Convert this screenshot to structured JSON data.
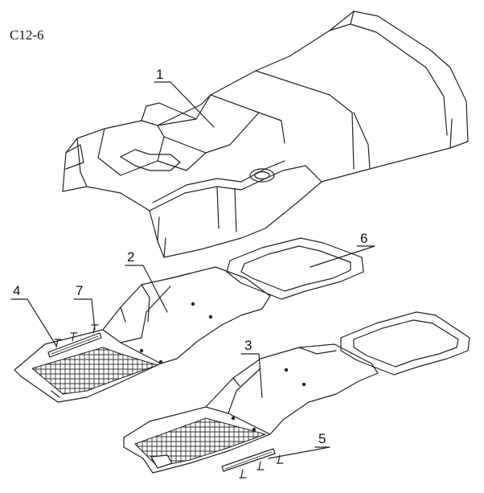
{
  "figure": {
    "code": "C12-6",
    "callouts": [
      "1",
      "2",
      "3",
      "4",
      "5",
      "6",
      "7"
    ]
  },
  "colors": {
    "line": "#222222",
    "paper": "#ffffff"
  }
}
